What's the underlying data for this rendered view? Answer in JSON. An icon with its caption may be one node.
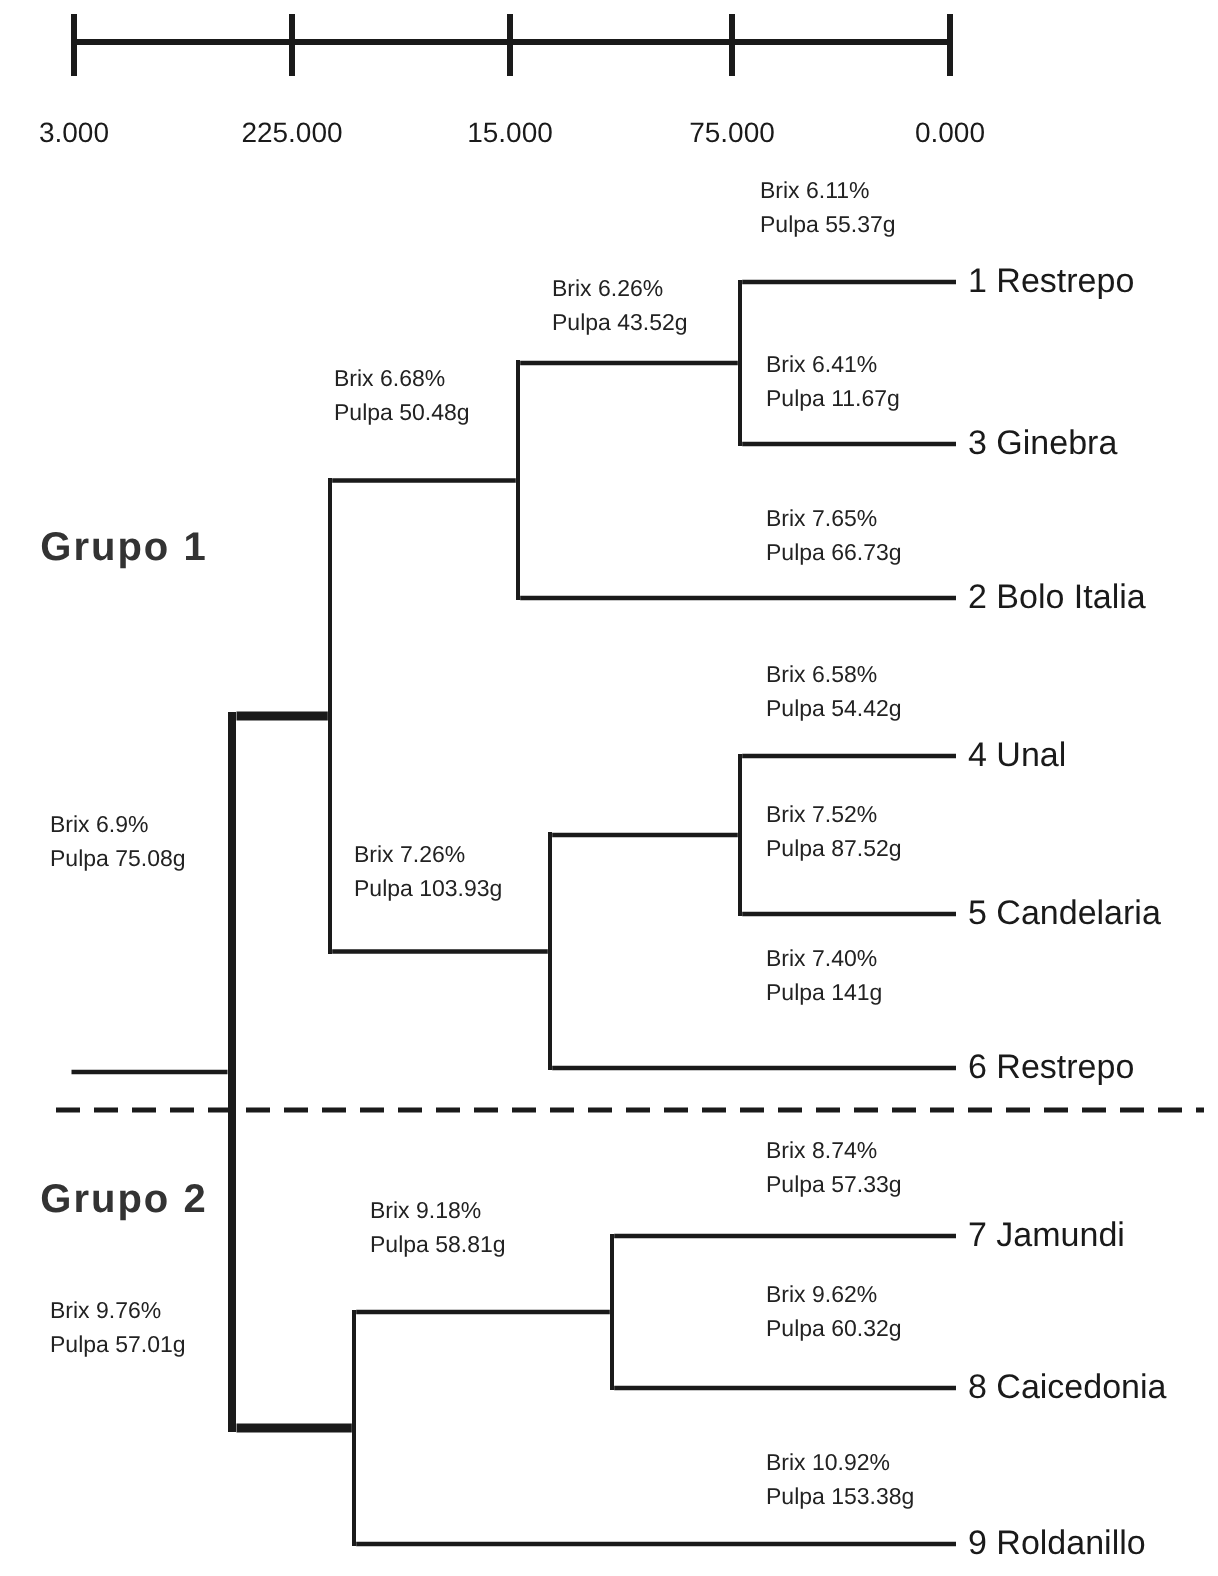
{
  "diagram": {
    "nodes": [
      {
        "text": [
          "1 Restrepo"
        ]
      },
      {
        "text": [
          "3 Ginebra"
        ]
      },
      {
        "text": [
          "2 Bolo Italia"
        ]
      },
      {
        "text": [
          "4 Unal"
        ]
      },
      {
        "text": [
          "5 Candelaria"
        ]
      },
      {
        "text": [
          "6 Restrepo"
        ]
      },
      {
        "text": [
          "7 Jamundi"
        ]
      },
      {
        "text": [
          "8 Caicedonia"
        ]
      },
      {
        "text": [
          "9 Roldanillo"
        ]
      },
      {
        "text": [],
        "shape": "bar"
      },
      {
        "text": [],
        "shape": "bar"
      },
      {
        "text": [],
        "shape": "bar"
      },
      {
        "text": [],
        "shape": "bar"
      },
      {
        "text": [],
        "shape": "bar"
      },
      {
        "text": [],
        "shape": "bar"
      },
      {
        "text": [],
        "shape": "bar"
      },
      {
        "text": [],
        "shape": "bar"
      }
    ],
    "edges": [
      {
        "from": null,
        "to": 9,
        "arrow": "none"
      },
      {
        "from": 9,
        "to": 10,
        "arrow": "none",
        "label": "Brix 6.9% Pulpa 75.08g",
        "style": "thick"
      },
      {
        "from": 9,
        "to": 15,
        "arrow": "none",
        "label": "Brix 9.76% Pulpa 57.01g",
        "style": "thick"
      },
      {
        "from": 10,
        "to": 11,
        "arrow": "none",
        "label": "Brix 6.68% Pulpa 50.48g"
      },
      {
        "from": 10,
        "to": 13,
        "arrow": "none",
        "label": "Brix 7.26% Pulpa 103.93g"
      },
      {
        "from": 11,
        "to": 12,
        "arrow": "none",
        "label": "Brix 6.26% Pulpa 43.52g"
      },
      {
        "from": 11,
        "to": 2,
        "arrow": "none",
        "label": "Brix 7.65% Pulpa 66.73g"
      },
      {
        "from": 12,
        "to": 0,
        "arrow": "none",
        "label": "Brix 6.11% Pulpa 55.37g"
      },
      {
        "from": 12,
        "to": 1,
        "arrow": "none",
        "label": "Brix 6.41% Pulpa 11.67g"
      },
      {
        "from": 13,
        "to": 14,
        "arrow": "none"
      },
      {
        "from": 13,
        "to": 5,
        "arrow": "none",
        "label": "Brix 7.40% Pulpa 141g"
      },
      {
        "from": 14,
        "to": 3,
        "arrow": "none",
        "label": "Brix 6.58% Pulpa 54.42g"
      },
      {
        "from": 14,
        "to": 4,
        "arrow": "none",
        "label": "Brix 7.52% Pulpa 87.52g"
      },
      {
        "from": 15,
        "to": 16,
        "arrow": "none",
        "label": "Brix 9.18% Pulpa 58.81g"
      },
      {
        "from": 15,
        "to": 8,
        "arrow": "none",
        "label": "Brix 10.92% Pulpa 153.38g"
      },
      {
        "from": 16,
        "to": 6,
        "arrow": "none",
        "label": "Brix 8.74% Pulpa 57.33g"
      },
      {
        "from": 16,
        "to": 7,
        "arrow": "none",
        "label": "Brix 9.62% Pulpa 60.32g"
      }
    ],
    "labels": [
      "3.000",
      "225.000",
      "15.000",
      "75.000",
      "0.000",
      "Grupo 1",
      "Grupo 2"
    ]
  }
}
